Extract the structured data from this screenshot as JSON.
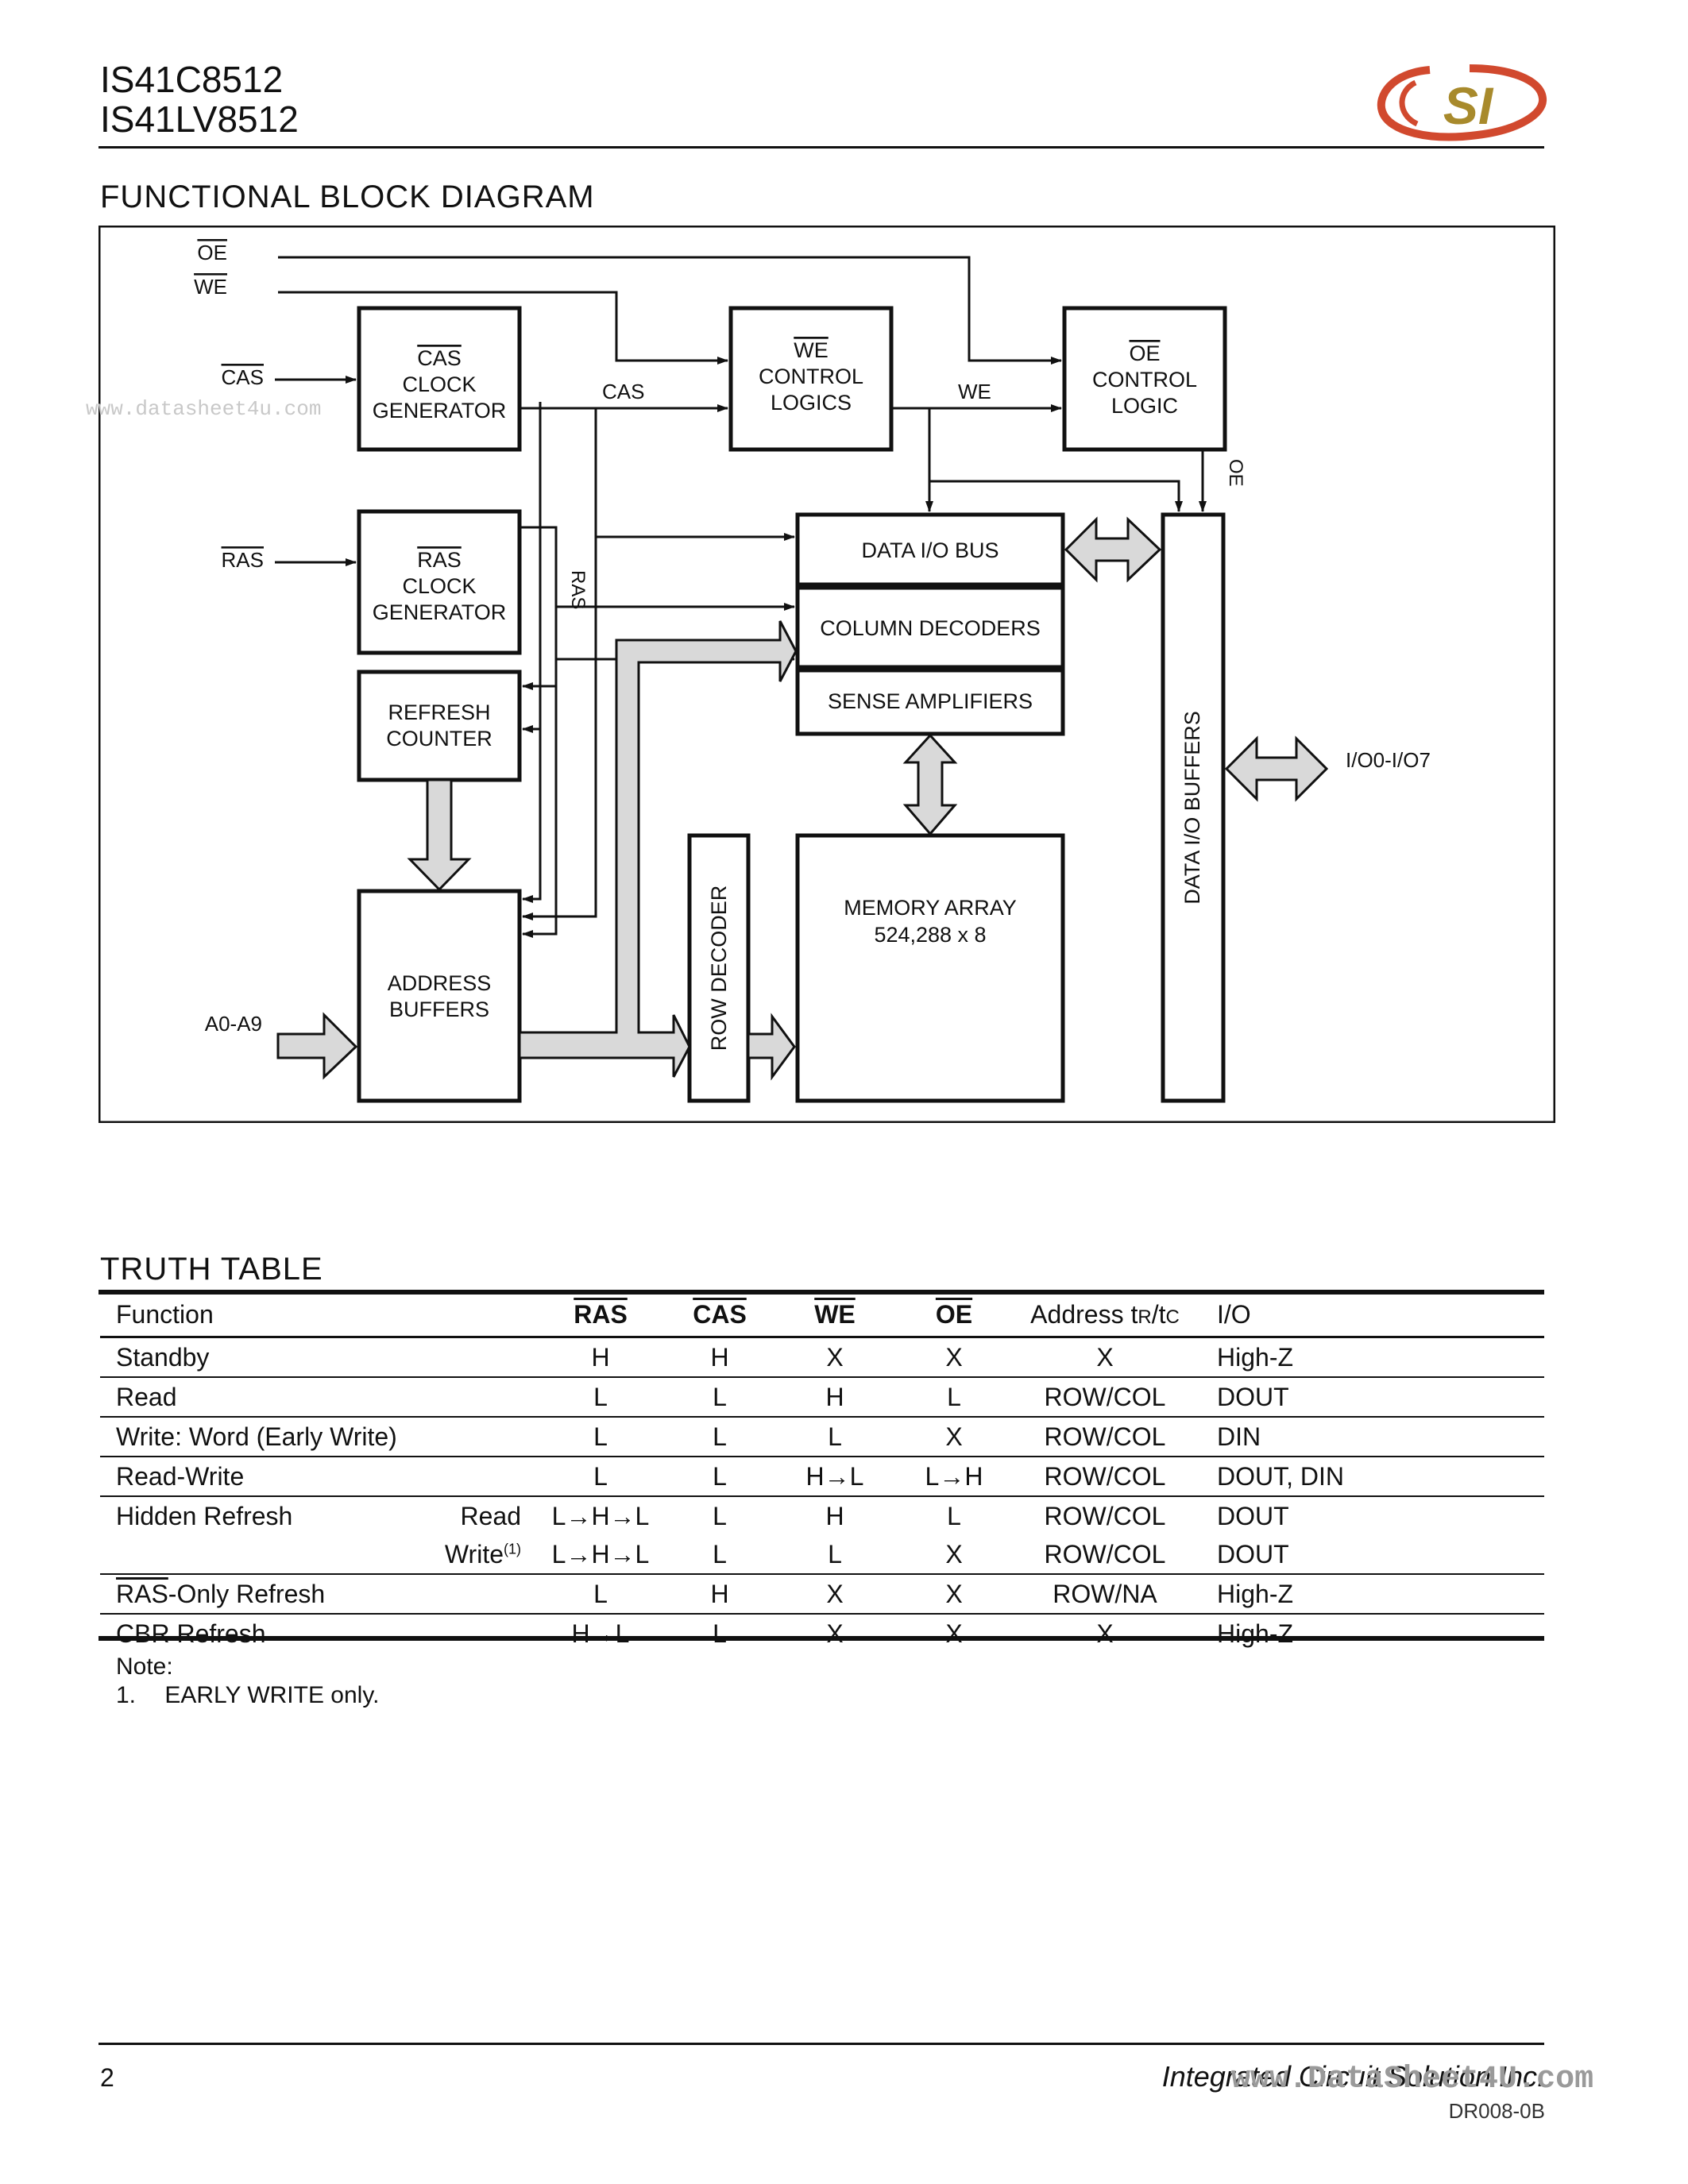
{
  "header": {
    "part1": "IS41C8512",
    "part2": "IS41LV8512",
    "logo_text": "SI",
    "logo_colors": {
      "ring": "#d1492e",
      "letters": "#a88a2c"
    }
  },
  "block_diagram": {
    "title": "FUNCTIONAL BLOCK DIAGRAM",
    "signals": {
      "oe": "OE",
      "we": "WE",
      "cas": "CAS",
      "ras": "RAS",
      "addr": "A0-A9",
      "io": "I/O0-I/O7"
    },
    "blocks": {
      "cas_gen": [
        "CAS",
        "CLOCK",
        "GENERATOR"
      ],
      "we_ctrl": [
        "WE",
        "CONTROL",
        "LOGICS"
      ],
      "oe_ctrl": [
        "OE",
        "CONTROL",
        "LOGIC"
      ],
      "ras_gen": [
        "RAS",
        "CLOCK",
        "GENERATOR"
      ],
      "refresh": [
        "REFRESH",
        "COUNTER"
      ],
      "addr_buf": [
        "ADDRESS",
        "BUFFERS"
      ],
      "row_dec": "ROW DECODER",
      "data_bus": "DATA I/O BUS",
      "col_dec": "COLUMN DECODERS",
      "sense": "SENSE AMPLIFIERS",
      "mem": [
        "MEMORY ARRAY",
        "524,288 x 8"
      ],
      "io_buf": "DATA I/O BUFFERS"
    },
    "wire_labels": {
      "cas": "CAS",
      "we": "WE",
      "oe": "OE",
      "ras": "RAS"
    },
    "arrow_fill": "#d9d9d9"
  },
  "truth_table": {
    "title": "TRUTH TABLE",
    "headers": {
      "function": "Function",
      "ras": "RAS",
      "cas": "CAS",
      "we": "WE",
      "oe": "OE",
      "address": "Address t",
      "addr_r": "R",
      "addr_sep": "/t",
      "addr_c": "C",
      "io": "I/O"
    },
    "rows": [
      {
        "fn": "Standby",
        "sub": "",
        "ras": "H",
        "cas": "H",
        "we": "X",
        "oe": "X",
        "addr": "X",
        "io": "High-Z"
      },
      {
        "fn": "Read",
        "sub": "",
        "ras": "L",
        "cas": "L",
        "we": "H",
        "oe": "L",
        "addr": "ROW/COL",
        "io": "DOUT"
      },
      {
        "fn": "Write: Word (Early Write)",
        "sub": "",
        "ras": "L",
        "cas": "L",
        "we": "L",
        "oe": "X",
        "addr": "ROW/COL",
        "io": "DIN"
      },
      {
        "fn": "Read-Write",
        "sub": "",
        "ras": "L",
        "cas": "L",
        "we": "H→L",
        "oe": "L→H",
        "addr": "ROW/COL",
        "io": "DOUT, DIN"
      },
      {
        "fn": "Hidden Refresh",
        "sub": "Read",
        "ras": "L→H→L",
        "cas": "L",
        "we": "H",
        "oe": "L",
        "addr": "ROW/COL",
        "io": "DOUT"
      },
      {
        "fn": "",
        "sub": "Write",
        "sub_sup": "(1)",
        "ras": "L→H→L",
        "cas": "L",
        "we": "L",
        "oe": "X",
        "addr": "ROW/COL",
        "io": "DOUT"
      },
      {
        "fn_ol": "RAS",
        "fn": "-Only Refresh",
        "sub": "",
        "ras": "L",
        "cas": "H",
        "we": "X",
        "oe": "X",
        "addr": "ROW/NA",
        "io": "High-Z"
      },
      {
        "fn": "CBR Refresh",
        "sub": "",
        "ras": "H→L",
        "cas": "L",
        "we": "X",
        "oe": "X",
        "addr": "X",
        "io": "High-Z"
      }
    ],
    "note_title": "Note:",
    "note_1_num": "1.",
    "note_1": "EARLY WRITE only."
  },
  "footer": {
    "page": "2",
    "company": "Integrated Circuit Solution Inc.",
    "doc_id": "DR008-0B"
  },
  "watermarks": {
    "small": "www.datasheet4u.com",
    "large": "www.DataSheet4U.com"
  }
}
